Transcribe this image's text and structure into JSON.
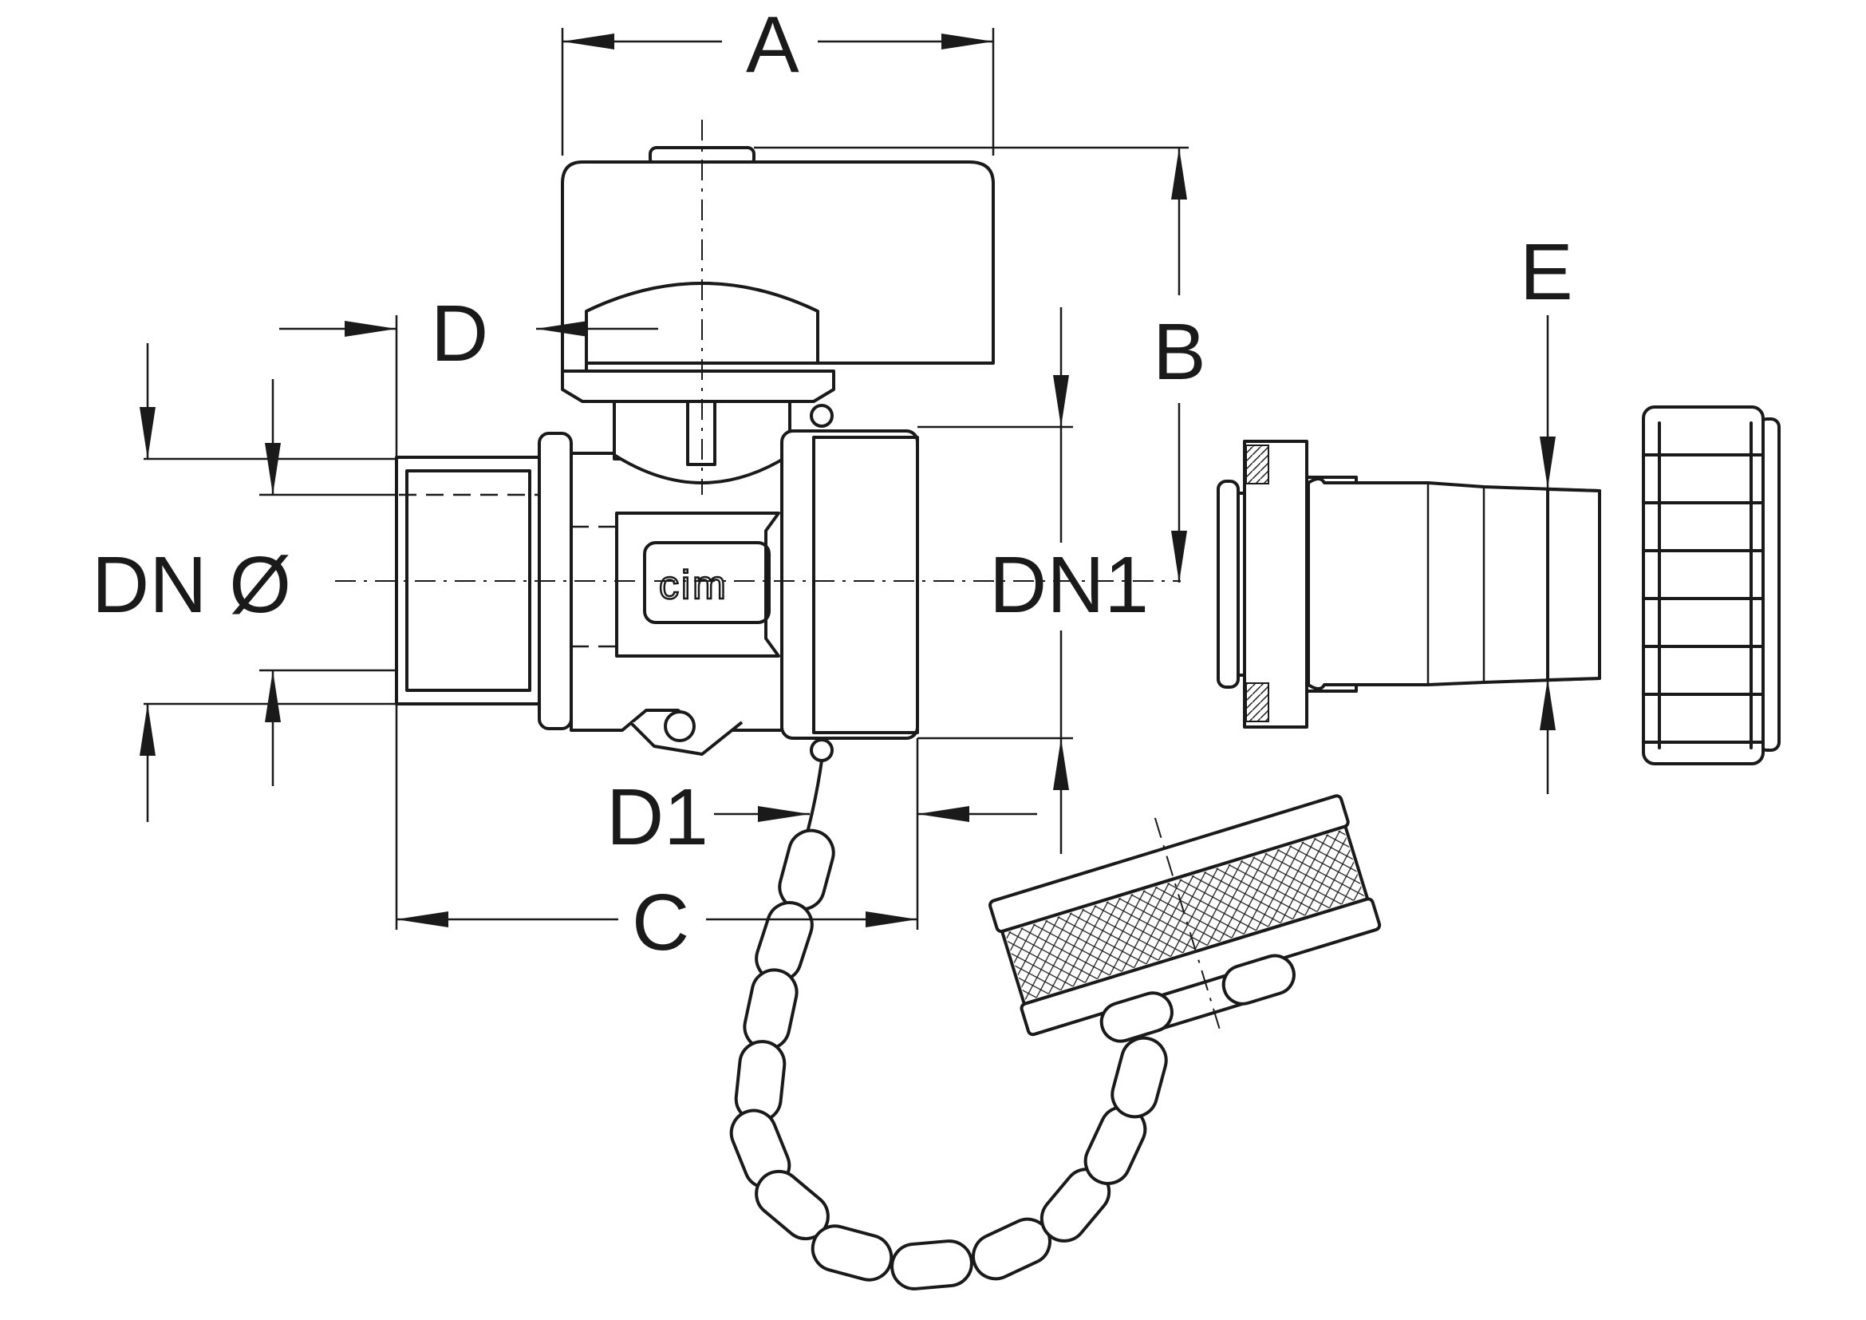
{
  "drawing": {
    "brand": "cim",
    "labels": {
      "a": "A",
      "b": "B",
      "c": "C",
      "d": "D",
      "d1": "D1",
      "e": "E",
      "dn": "DN Ø",
      "dn1": "DN1"
    },
    "colors": {
      "line": "#1a1a1a",
      "background": "#ffffff"
    }
  }
}
